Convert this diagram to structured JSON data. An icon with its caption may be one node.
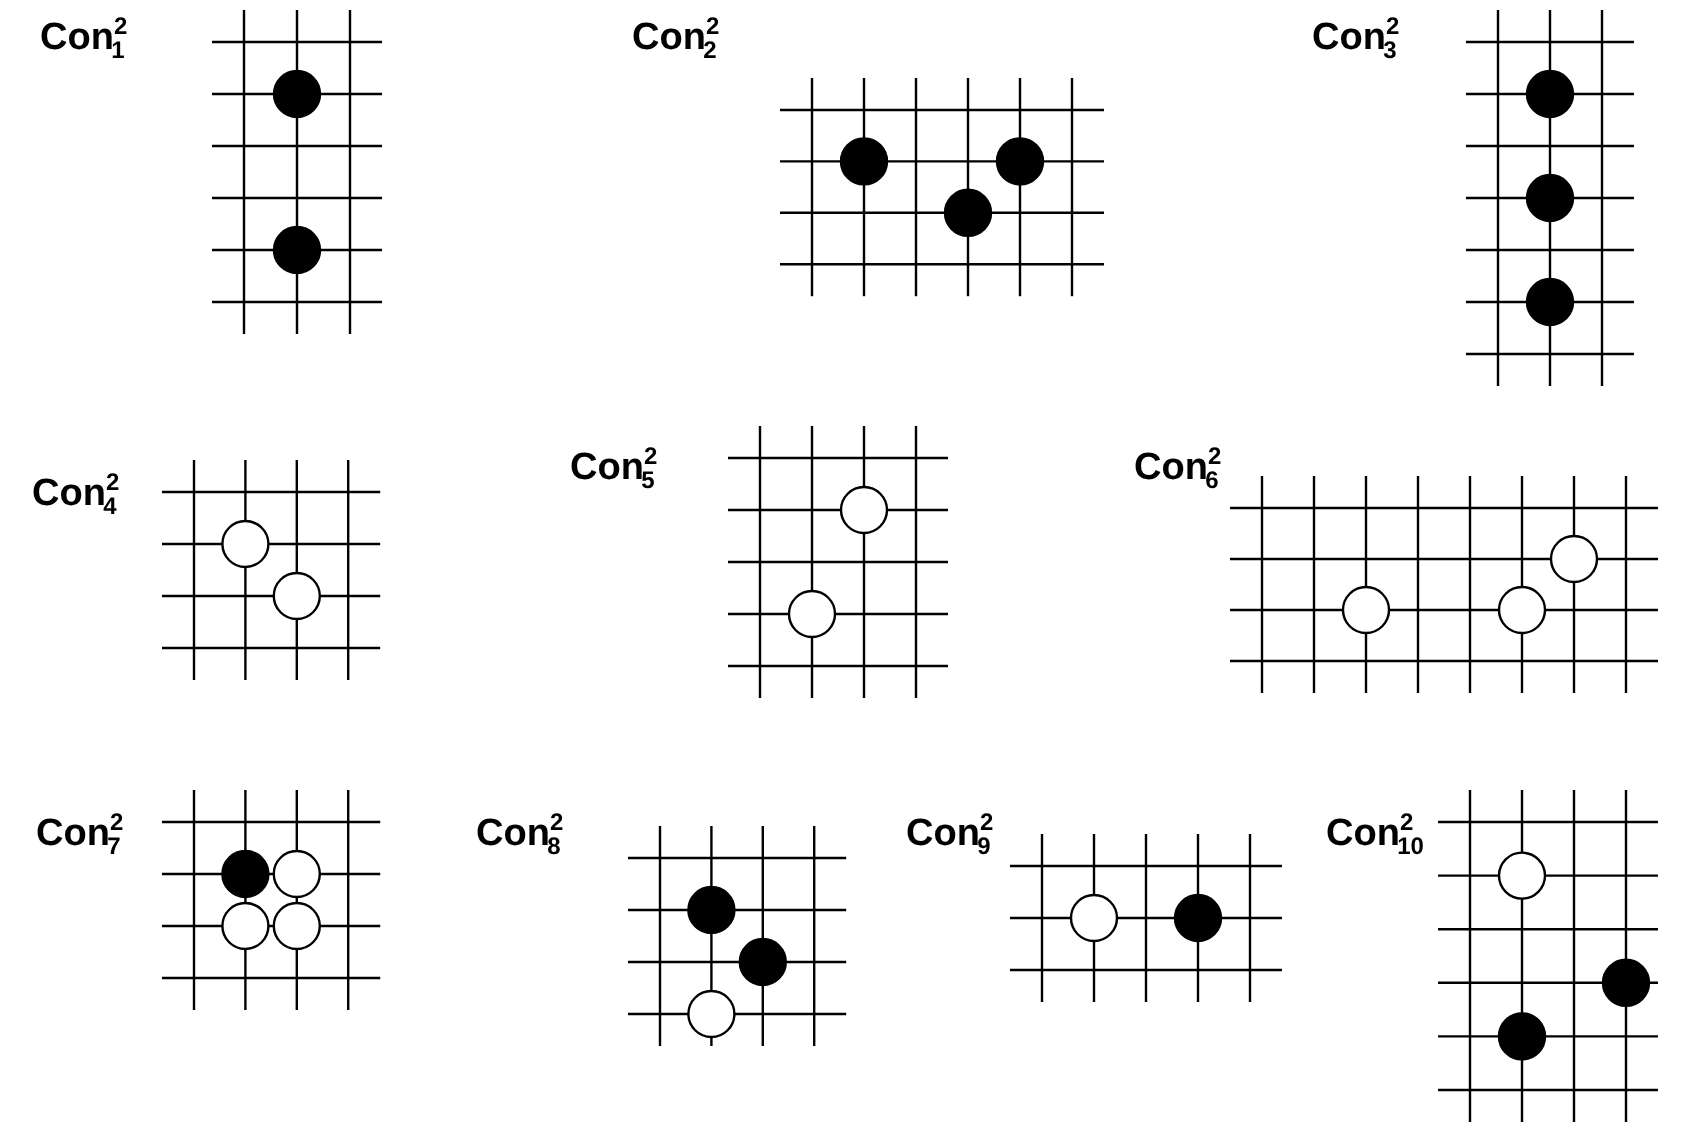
{
  "diagram": {
    "labels": [
      "Con$^{2}$$_{1}$",
      "Con$^{2}$$_{2}$",
      "Con$^{2}$$_{3}$",
      "Con$^{2}$$_{4}$",
      "Con$^{2}$$_{5}$",
      "Con$^{2}$$_{6}$",
      "Con$^{2}$$_{7}$",
      "Con$^{2}$$_{8}$",
      "Con$^{2}$$_{9}$",
      "Con$^{2}$$_{10}$"
    ]
  }
}
